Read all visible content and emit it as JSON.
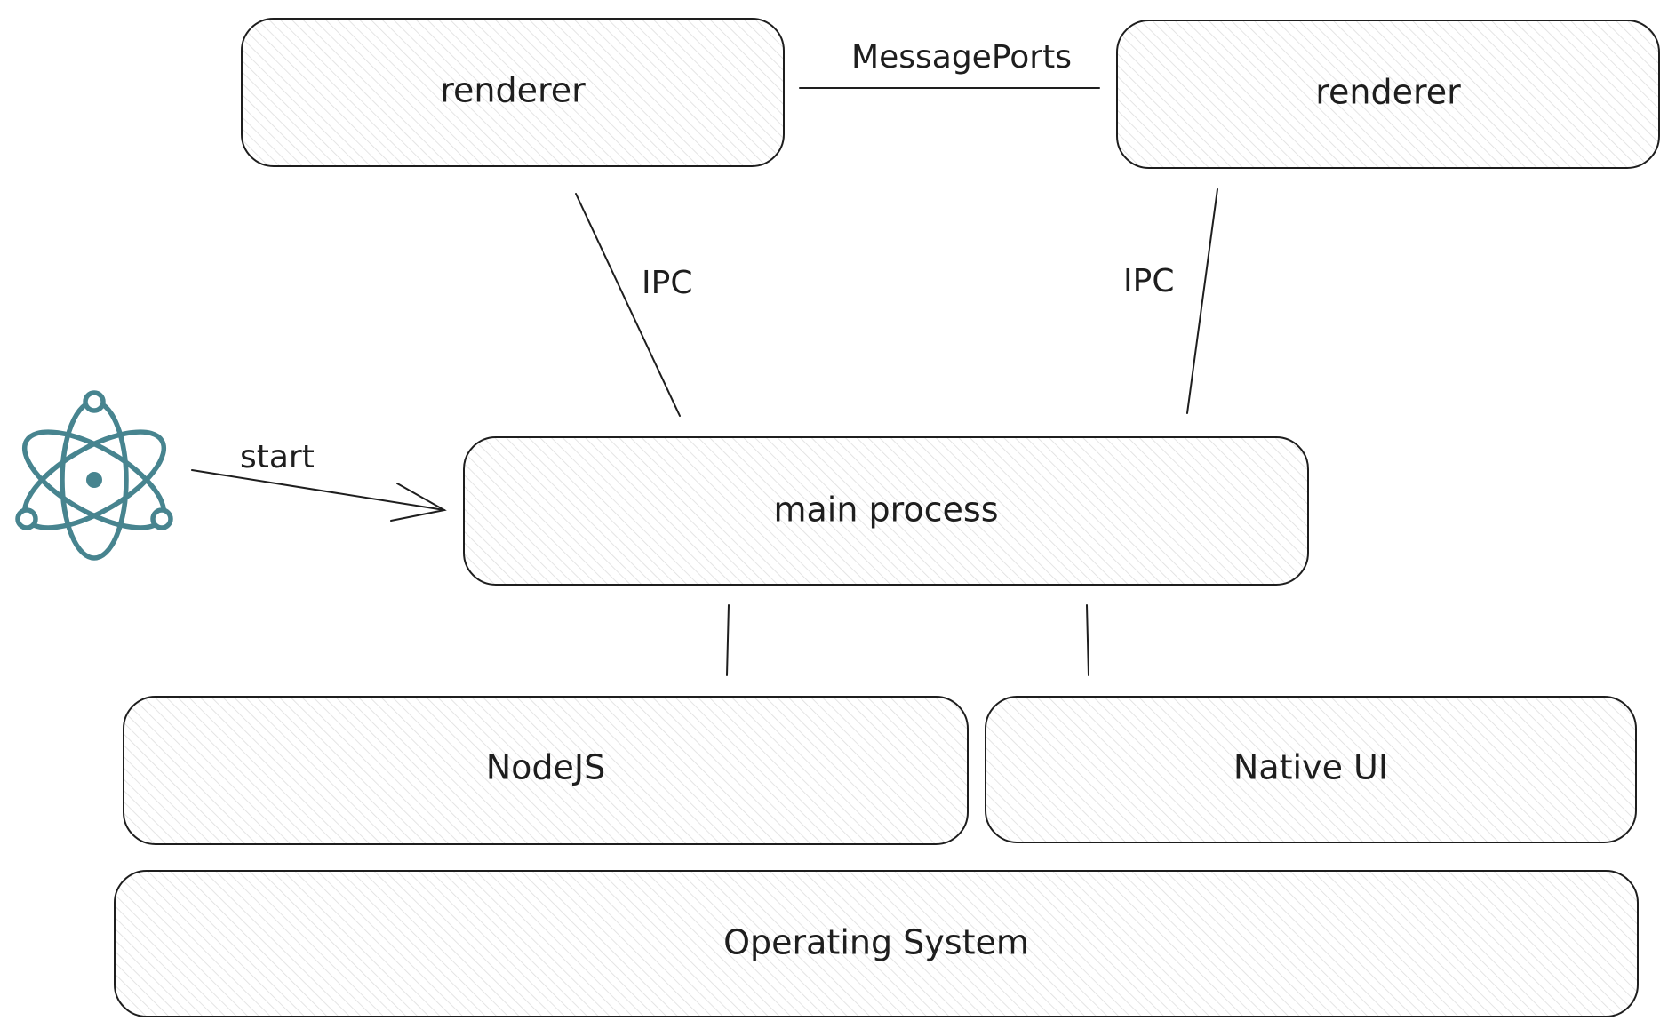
{
  "diagram": {
    "nodes": {
      "renderer_left": {
        "label": "renderer"
      },
      "renderer_right": {
        "label": "renderer"
      },
      "main_process": {
        "label": "main process"
      },
      "nodejs": {
        "label": "NodeJS"
      },
      "native_ui": {
        "label": "Native UI"
      },
      "operating_system": {
        "label": "Operating System"
      }
    },
    "edges": {
      "message_ports": {
        "label": "MessagePorts",
        "from": "renderer_left",
        "to": "renderer_right"
      },
      "ipc_left": {
        "label": "IPC",
        "from": "renderer_left",
        "to": "main_process"
      },
      "ipc_right": {
        "label": "IPC",
        "from": "renderer_right",
        "to": "main_process"
      },
      "start": {
        "label": "start",
        "from": "electron_logo",
        "to": "main_process"
      },
      "main_to_nodejs": {
        "from": "main_process",
        "to": "nodejs"
      },
      "main_to_native_ui": {
        "from": "main_process",
        "to": "native_ui"
      }
    },
    "logo": {
      "icon": "electron-logo-icon",
      "color": "#47848f"
    }
  },
  "colors": {
    "stroke": "#1e1e1e",
    "hatch": "#dcdcdc",
    "background": "#ffffff"
  }
}
